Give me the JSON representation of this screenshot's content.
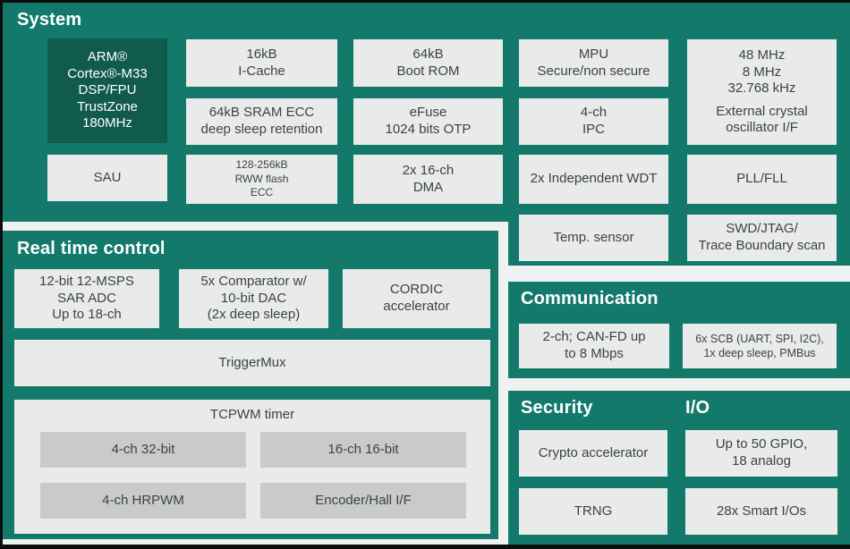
{
  "colors": {
    "panel_teal": "#137a6b",
    "dark_teal": "#115a4e",
    "block_gray": "#e9ebea",
    "inner_gray": "#c9cbca",
    "text_dark": "#3d4245",
    "background": "#f0f2f1",
    "frame_black": "#0c0d0d"
  },
  "system": {
    "title": "System",
    "blocks": {
      "arm_core": "ARM®\nCortex®-M33\nDSP/FPU\nTrustZone\n180MHz",
      "sau": "SAU",
      "icache": "16kB\nI-Cache",
      "sram": "64kB SRAM ECC\ndeep sleep retention",
      "flash": "128-256kB\nRWW flash\nECC",
      "boot_rom": "64kB\nBoot ROM",
      "efuse": "eFuse\n1024 bits OTP",
      "dma": "2x 16-ch\nDMA",
      "mpu": "MPU\nSecure/non secure",
      "ipc": "4-ch\nIPC",
      "wdt": "2x Independent WDT",
      "temp_sensor": "Temp. sensor",
      "clocks": "48 MHz\n8 MHz\n32.768 kHz",
      "crystal": "External crystal\noscillator I/F",
      "pll": "PLL/FLL",
      "swd": "SWD/JTAG/\nTrace Boundary scan"
    }
  },
  "real_time_control": {
    "title": "Real time control",
    "blocks": {
      "sar_adc": "12-bit 12-MSPS\nSAR ADC\nUp to 18-ch",
      "comparator": "5x Comparator w/\n10-bit DAC\n(2x deep sleep)",
      "cordic": "CORDIC\naccelerator",
      "trigger_mux": "TriggerMux"
    },
    "tcpwm": {
      "title": "TCPWM timer",
      "blocks": {
        "t32": "4-ch 32-bit",
        "t16": "16-ch 16-bit",
        "hrpwm": "4-ch HRPWM",
        "encoder": "Encoder/Hall I/F"
      }
    }
  },
  "communication": {
    "title": "Communication",
    "blocks": {
      "canfd": "2-ch; CAN-FD up\nto 8 Mbps",
      "scb": "6x SCB (UART, SPI, I2C),\n1x deep sleep, PMBus"
    }
  },
  "security": {
    "title": "Security",
    "blocks": {
      "crypto": "Crypto accelerator",
      "trng": "TRNG"
    }
  },
  "io": {
    "title": "I/O",
    "blocks": {
      "gpio": "Up to 50 GPIO,\n18 analog",
      "smart_io": "28x Smart I/Os"
    }
  }
}
